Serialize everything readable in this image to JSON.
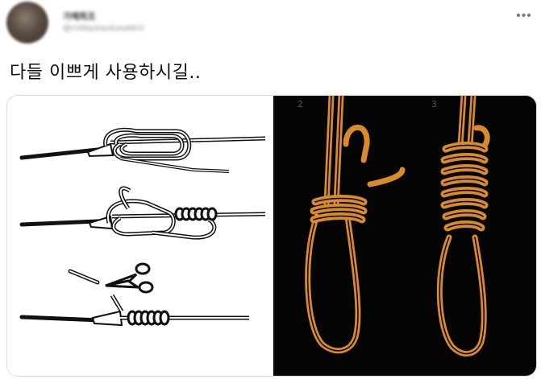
{
  "tweet": {
    "author_name": "가혜희조",
    "author_handle": "@cVMqckaoduewMnV",
    "more_icon": "ellipsis-icon",
    "text": "다들 이쁘게 사용하시길..",
    "media": {
      "left_panel": {
        "description_icon": "fishing-knot-steps-illustration",
        "background": "#ffffff"
      },
      "right_panel": {
        "description_icon": "noose-knots-illustration",
        "background": "#050505",
        "rope_color": "#d98b2b",
        "labels": [
          "2",
          "3"
        ]
      }
    }
  }
}
